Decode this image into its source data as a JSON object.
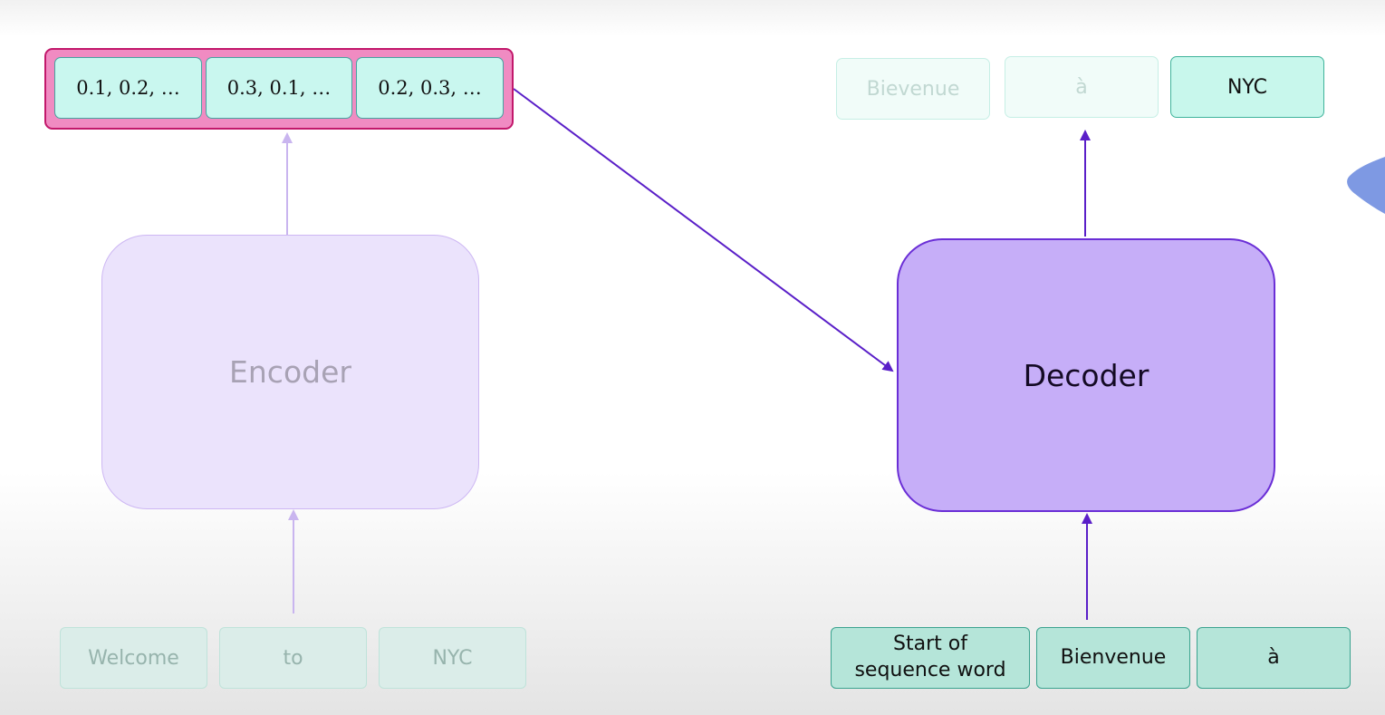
{
  "embeddings": [
    {
      "label": "0.1, 0.2, …"
    },
    {
      "label": "0.3, 0.1, …"
    },
    {
      "label": "0.2, 0.3, …"
    }
  ],
  "encoder": {
    "label": "Encoder"
  },
  "decoder": {
    "label": "Decoder"
  },
  "encoder_inputs": [
    {
      "label": "Welcome"
    },
    {
      "label": "to"
    },
    {
      "label": "NYC"
    }
  ],
  "decoder_inputs": [
    {
      "label": "Start of\nsequence word"
    },
    {
      "label": "Bienvenue"
    },
    {
      "label": "à"
    }
  ],
  "decoder_outputs": [
    {
      "label": "Bievenue"
    },
    {
      "label": "à"
    },
    {
      "label": "NYC"
    }
  ],
  "colors": {
    "embedding_container": "#f08bc2",
    "embedding_cell": "#c9f7ef",
    "encoder_fill": "#ebe3fc",
    "decoder_fill": "#c6aef8",
    "decoder_arrow": "#5a1fc8",
    "encoder_arrow": "#c9b5ef",
    "token_fill": "#b5e5d9"
  }
}
